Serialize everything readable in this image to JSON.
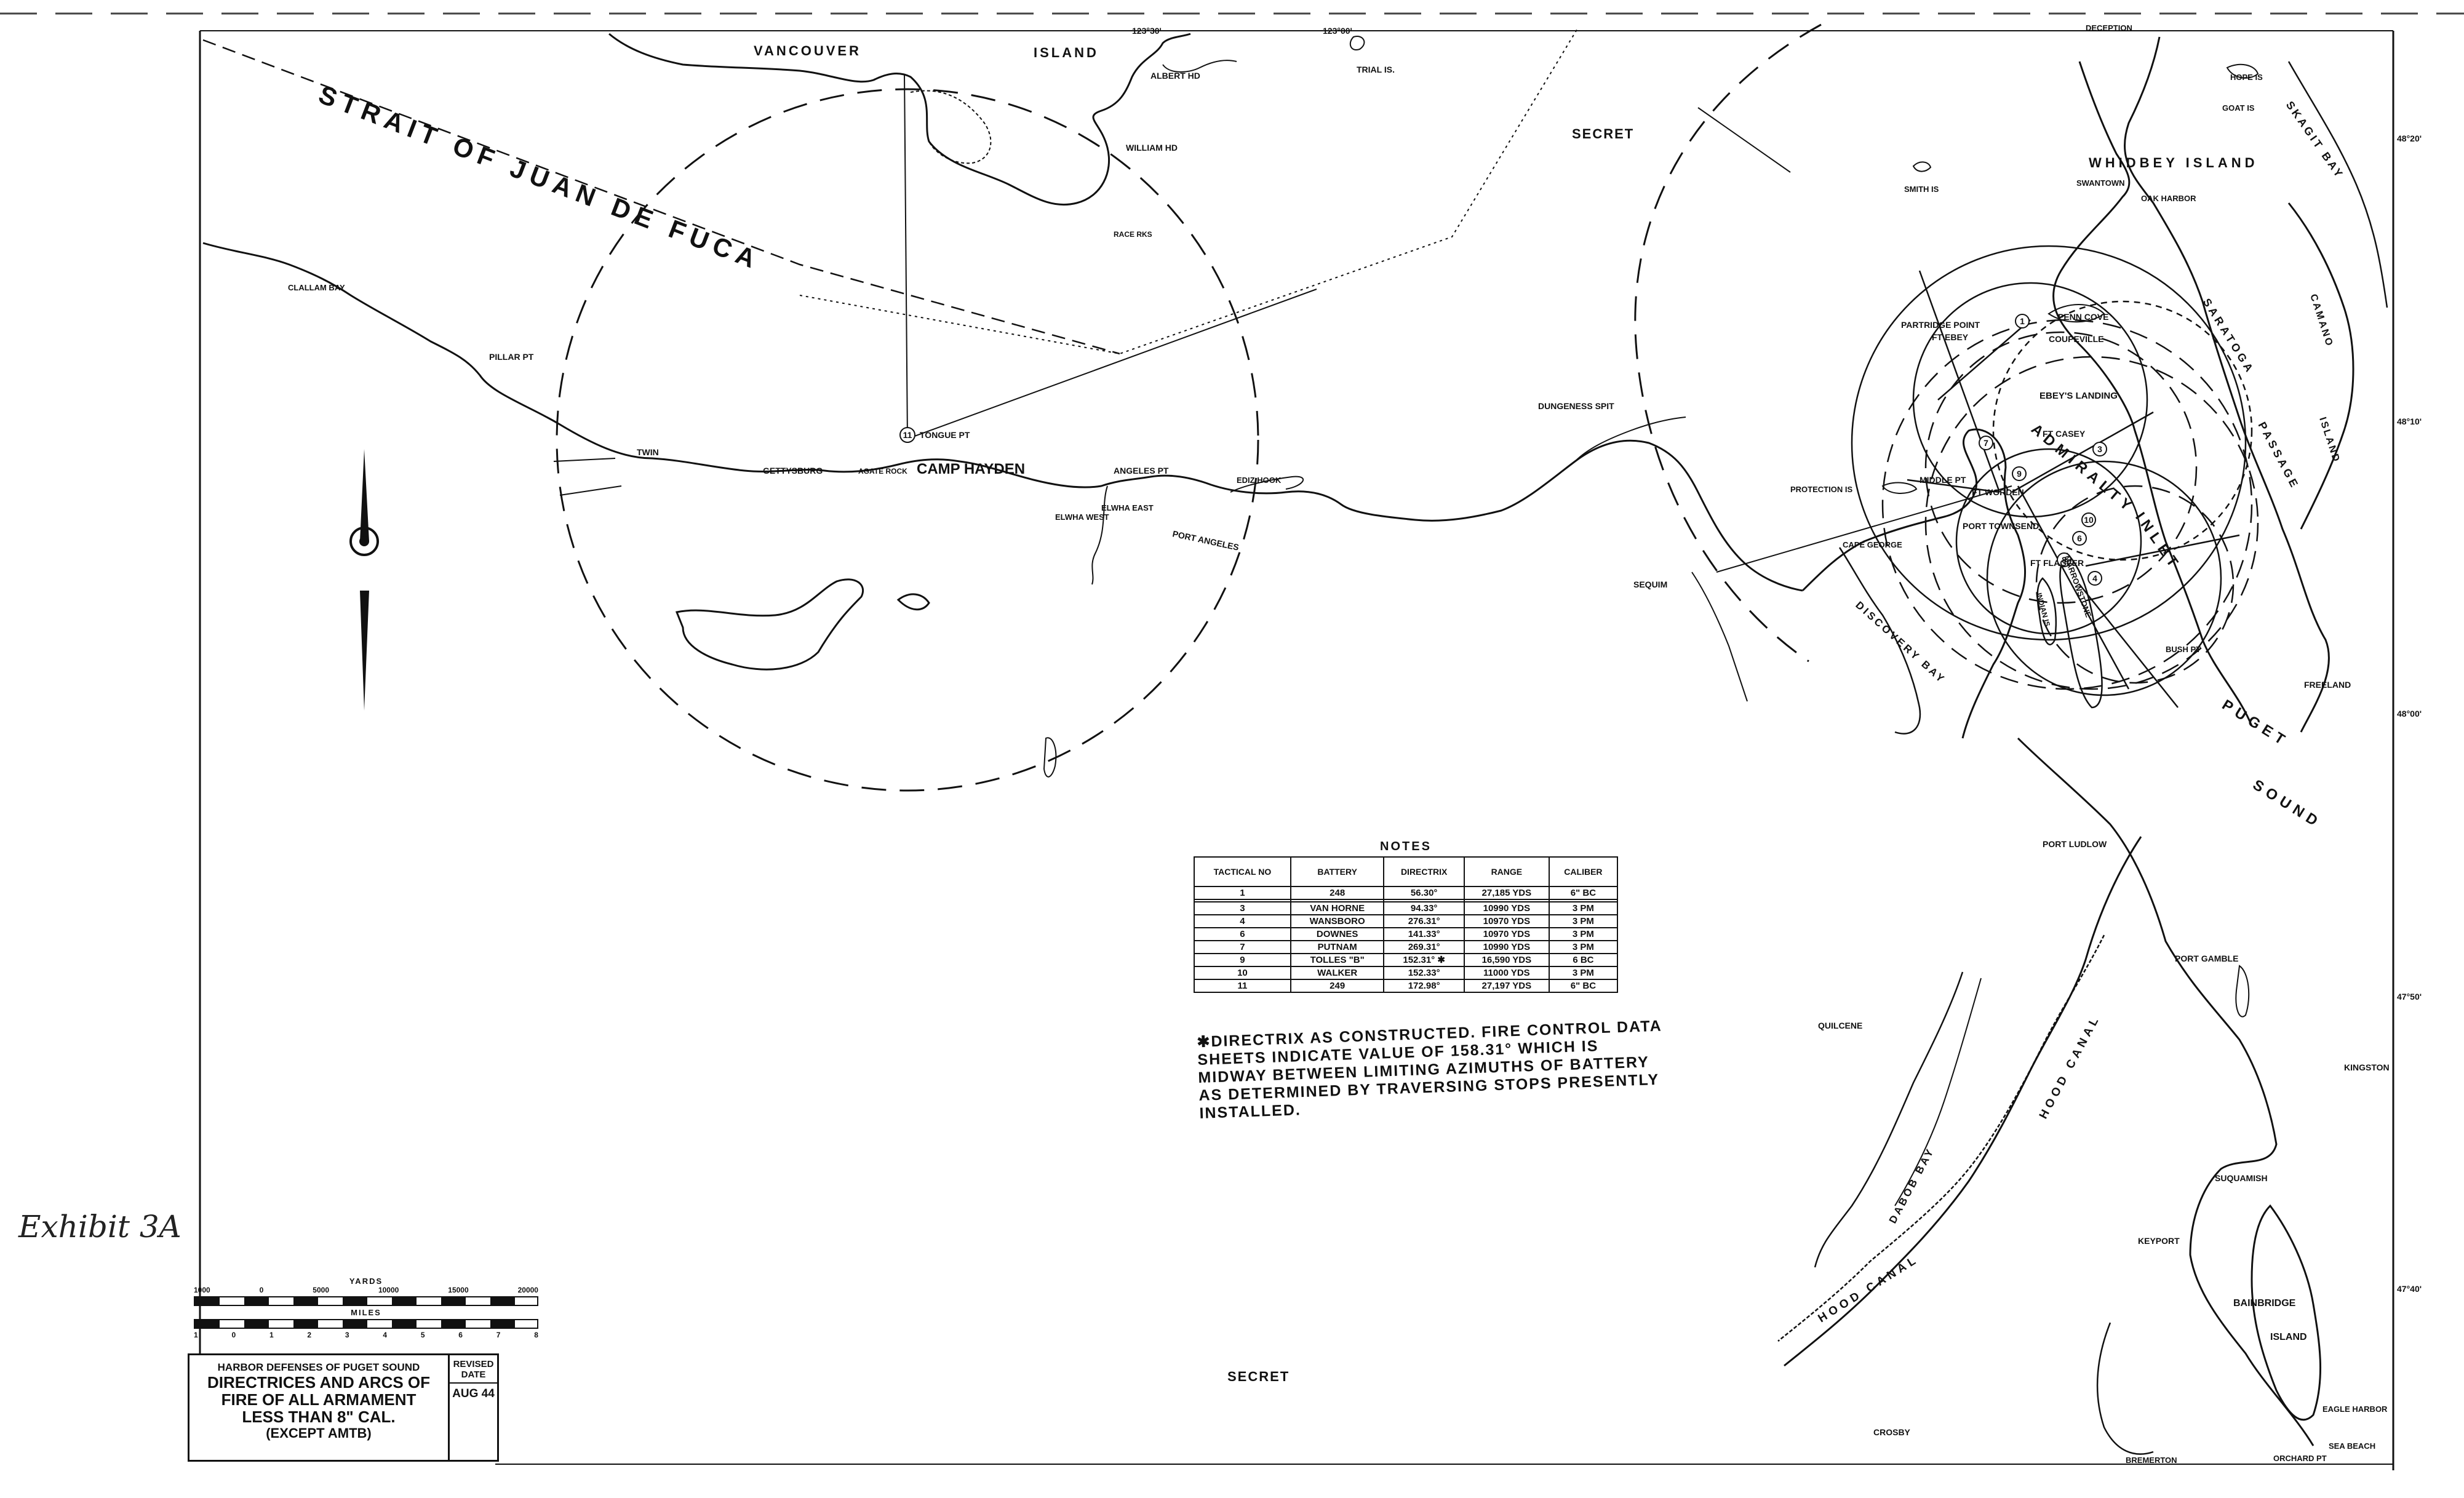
{
  "map": {
    "top_labels": {
      "vancouver": "VANCOUVER",
      "island": "ISLAND",
      "coord_top": "123°30'",
      "coord_top2": "123°00'"
    },
    "water": {
      "strait": "STRAIT OF JUAN DE FUCA",
      "admiralty_1": "ADMIRALTY",
      "admiralty_2": "INLET",
      "puget_1": "PUGET",
      "puget_2": "SOUND",
      "skagit": "SKAGIT BAY",
      "saratoga_1": "SARATOGA",
      "saratoga_2": "PASSAGE",
      "discovery": "DISCOVERY BAY",
      "dabob": "DABOB BAY",
      "hood_canal": "HOOD CANAL",
      "hood_canal_2": "HOOD   CANAL"
    },
    "places": {
      "albert_hd": "ALBERT HD",
      "trial_is": "TRIAL IS.",
      "william_hd": "WILLIAM HD",
      "race_rks": "RACE RKS",
      "clallam_bay": "CLALLAM BAY",
      "pillar_pt": "PILLAR PT",
      "twin": "TWIN",
      "gettysburg": "GETTYSBURG",
      "agate_rock": "AGATE ROCK",
      "camp_hayden": "CAMP HAYDEN",
      "tongue_pt": "TONGUE PT",
      "angeles_pt": "ANGELES PT",
      "ediz_hook": "EDIZ HOOK",
      "elwha_west": "ELWHA WEST",
      "elwha_east": "ELWHA EAST",
      "port_angeles": "PORT ANGELES",
      "dungeness_spit": "DUNGENESS SPIT",
      "sequim": "SEQUIM",
      "protection_is": "PROTECTION IS",
      "cape_george": "CAPE GEORGE",
      "middle_pt": "MIDDLE PT",
      "ft_worden": "FT WORDEN",
      "port_townsend": "PORT TOWNSEND",
      "ft_flagler": "FT FLAGLER",
      "marrowstone": "MARROWSTONE",
      "indian_is": "INDIAN IS",
      "bush_pt": "BUSH PT",
      "partridge_point": "PARTRIDGE POINT",
      "ft_ebey": "FT EBEY",
      "penn_cove": "PENN COVE",
      "coupeville": "COUPEVILLE",
      "ebeys_landing": "EBEY'S LANDING",
      "ft_casey": "FT CASEY",
      "smith_is": "SMITH IS",
      "whidbey_island": "WHIDBEY ISLAND",
      "swantown": "SWANTOWN",
      "oak_harbor": "OAK HARBOR",
      "goat_is": "GOAT IS",
      "hope_is": "HOPE IS",
      "deception": "DECEPTION",
      "camano_island": "CAMANO",
      "camano_island_2": "ISLAND",
      "freeland": "FREELAND",
      "port_ludlow": "PORT LUDLOW",
      "port_gamble": "PORT GAMBLE",
      "quilcene": "QUILCENE",
      "kingston": "KINGSTON",
      "suquamish": "SUQUAMISH",
      "keyport": "KEYPORT",
      "bainbridge": "BAINBRIDGE",
      "bainbridge_2": "ISLAND",
      "crosby": "CROSBY",
      "bremerton": "BREMERTON",
      "eagle_harbor": "EAGLE HARBOR",
      "orchard_pt": "ORCHARD PT",
      "sea_beach": "SEA BEACH"
    },
    "latitudes": [
      "48°20'",
      "48°10'",
      "48°00'",
      "47°50'",
      "47°40'"
    ],
    "secret_top": "SECRET",
    "secret_bottom": "SECRET",
    "tactical_markers": [
      "1",
      "3",
      "4",
      "6",
      "7",
      "8",
      "9",
      "10",
      "11"
    ]
  },
  "notes": {
    "title": "NOTES",
    "headers": [
      "TACTICAL NO",
      "BATTERY",
      "DIRECTRIX",
      "RANGE",
      "CALIBER"
    ],
    "rows": [
      [
        "1",
        "248",
        "56.30°",
        "27,185 YDS",
        "6\" BC"
      ],
      [
        "",
        "",
        "",
        "",
        ""
      ],
      [
        "3",
        "VAN HORNE",
        "94.33°",
        "10990 YDS",
        "3 PM"
      ],
      [
        "4",
        "WANSBORO",
        "276.31°",
        "10970 YDS",
        "3 PM"
      ],
      [
        "6",
        "DOWNES",
        "141.33°",
        "10970 YDS",
        "3 PM"
      ],
      [
        "7",
        "PUTNAM",
        "269.31°",
        "10990 YDS",
        "3 PM"
      ],
      [
        "9",
        "TOLLES \"B\"",
        "152.31° ✱",
        "16,590 YDS",
        "6 BC"
      ],
      [
        "10",
        "WALKER",
        "152.33°",
        "11000 YDS",
        "3 PM"
      ],
      [
        "11",
        "249",
        "172.98°",
        "27,197 YDS",
        "6\" BC"
      ]
    ],
    "footnote": "✱DIRECTRIX AS CONSTRUCTED. FIRE CONTROL DATA SHEETS INDICATE VALUE OF 158.31° WHICH IS MIDWAY BETWEEN LIMITING AZIMUTHS OF BATTERY AS DETERMINED BY TRAVERSING STOPS PRESENTLY INSTALLED."
  },
  "scale": {
    "yards_label": "YARDS",
    "yards_ticks": [
      "1000",
      "0",
      "5000",
      "10000",
      "15000",
      "20000"
    ],
    "miles_label": "MILES",
    "miles_ticks": [
      "1",
      "0",
      "1",
      "2",
      "3",
      "4",
      "5",
      "6",
      "7",
      "8"
    ]
  },
  "title_block": {
    "line1": "HARBOR DEFENSES OF PUGET SOUND",
    "line2": "DIRECTRICES AND ARCS OF",
    "line3": "FIRE OF ALL ARMAMENT",
    "line4": "LESS THAN 8\" CAL.",
    "line5": "(EXCEPT AMTB)",
    "revised_label": "REVISED DATE",
    "revised_date": "AUG 44"
  },
  "exhibit_label": "Exhibit 3A"
}
